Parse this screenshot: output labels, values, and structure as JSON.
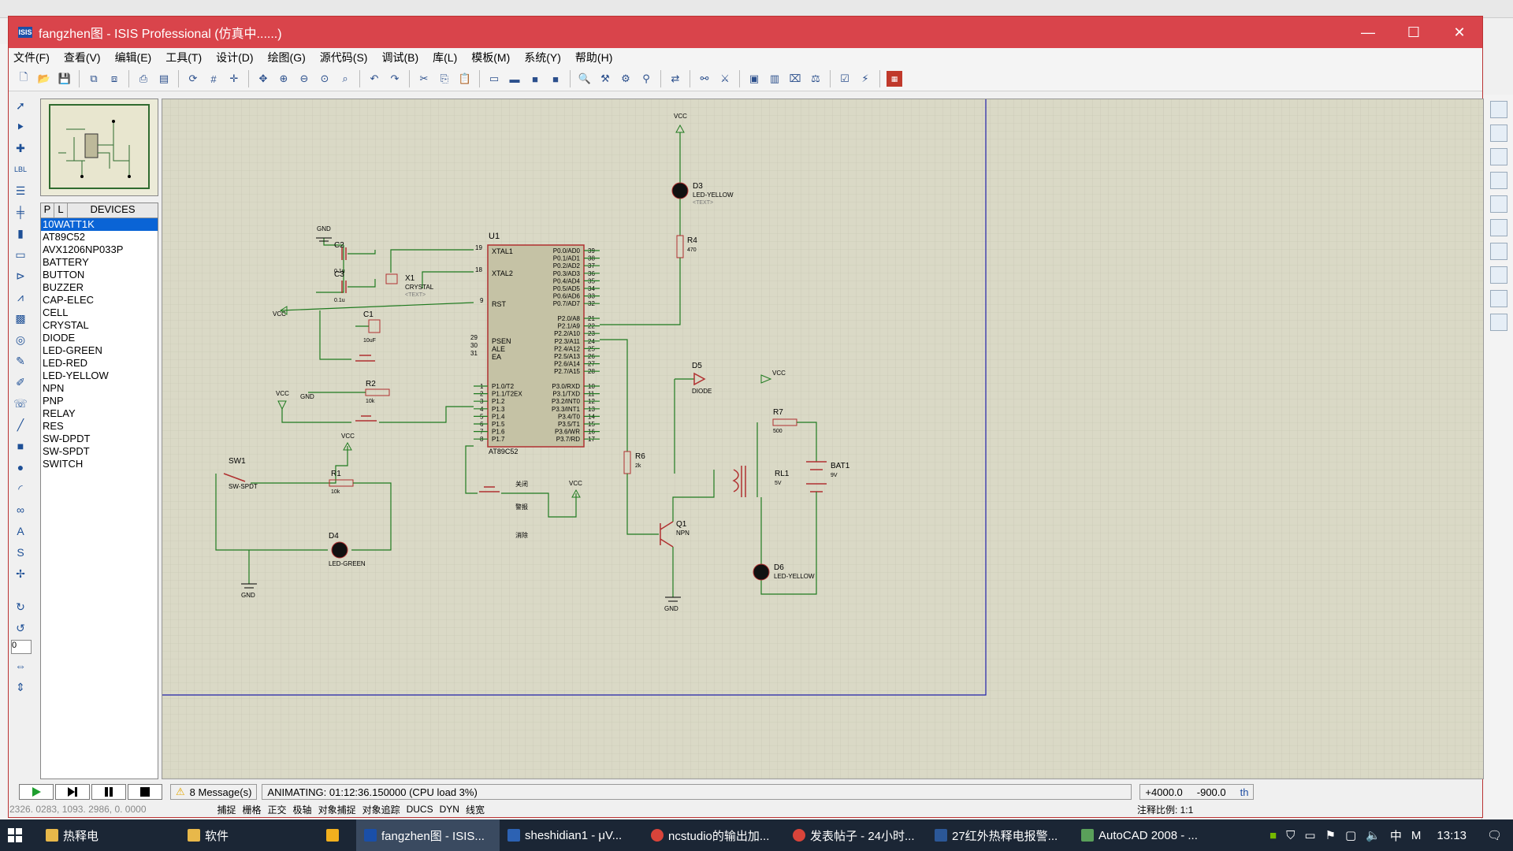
{
  "window": {
    "title": "fangzhen图 - ISIS Professional (仿真中......)",
    "icon_label": "ISIS",
    "controls": [
      "—",
      "☐",
      "✕"
    ]
  },
  "menu": [
    "文件(F)",
    "查看(V)",
    "编辑(E)",
    "工具(T)",
    "设计(D)",
    "绘图(G)",
    "源代码(S)",
    "调试(B)",
    "库(L)",
    "模板(M)",
    "系统(Y)",
    "帮助(H)"
  ],
  "devices": {
    "tab_p": "P",
    "tab_l": "L",
    "header": "DEVICES",
    "items": [
      "10WATT1K",
      "AT89C52",
      "AVX1206NP033P",
      "BATTERY",
      "BUTTON",
      "BUZZER",
      "CAP-ELEC",
      "CELL",
      "CRYSTAL",
      "DIODE",
      "LED-GREEN",
      "LED-RED",
      "LED-YELLOW",
      "NPN",
      "PNP",
      "RELAY",
      "RES",
      "SW-DPDT",
      "SW-SPDT",
      "SWITCH"
    ],
    "selected_index": 0
  },
  "lefttool_rotation": "0",
  "schematic": {
    "u1": "U1",
    "u1_part": "AT89C52",
    "text": "<TEXT>",
    "xtal1": "XTAL1",
    "xtal2": "XTAL2",
    "rst": "RST",
    "psen": "PSEN",
    "ale": "ALE",
    "ea": "EA",
    "p0": [
      "P0.0/AD0",
      "P0.1/AD1",
      "P0.2/AD2",
      "P0.3/AD3",
      "P0.4/AD4",
      "P0.5/AD5",
      "P0.6/AD6",
      "P0.7/AD7"
    ],
    "p0_pins": [
      "39",
      "38",
      "37",
      "36",
      "35",
      "34",
      "33",
      "32"
    ],
    "p2": [
      "P2.0/A8",
      "P2.1/A9",
      "P2.2/A10",
      "P2.3/A11",
      "P2.4/A12",
      "P2.5/A13",
      "P2.6/A14",
      "P2.7/A15"
    ],
    "p2_pins": [
      "21",
      "22",
      "23",
      "24",
      "25",
      "26",
      "27",
      "28"
    ],
    "p3": [
      "P3.0/RXD",
      "P3.1/TXD",
      "P3.2/INT0",
      "P3.3/INT1",
      "P3.4/T0",
      "P3.5/T1",
      "P3.6/WR",
      "P3.7/RD"
    ],
    "p3_pins": [
      "10",
      "11",
      "12",
      "13",
      "14",
      "15",
      "16",
      "17"
    ],
    "p1": [
      "P1.0/T2",
      "P1.1/T2EX",
      "P1.2",
      "P1.3",
      "P1.4",
      "P1.5",
      "P1.6",
      "P1.7"
    ],
    "p1_pins": [
      "1",
      "2",
      "3",
      "4",
      "5",
      "6",
      "7",
      "8"
    ],
    "pin19": "19",
    "pin18": "18",
    "pin9": "9",
    "pin29": "29",
    "pin30": "30",
    "pin31": "31",
    "gnd": "GND",
    "vcc": "VCC",
    "c1": "C1",
    "c1_val": "10uF",
    "c2": "C2",
    "c2_val": "0.1u",
    "c3": "C3",
    "c3_val": "0.1u",
    "x1": "X1",
    "x1_part": "CRYSTAL",
    "r1": "R1",
    "r1_val": "10k",
    "r2": "R2",
    "r2_val": "10k",
    "r4": "R4",
    "r4_val": "470",
    "r6": "R6",
    "r6_val": "2k",
    "r7": "R7",
    "r7_val": "500",
    "d3": "D3",
    "d3_part": "LED-YELLOW",
    "d4": "D4",
    "d4_part": "LED-GREEN",
    "d5": "D5",
    "d5_part": "DIODE",
    "d6": "D6",
    "d6_part": "LED-YELLOW",
    "sw1": "SW1",
    "sw1_part": "SW-SPDT",
    "q1": "Q1",
    "q1_part": "NPN",
    "rl1": "RL1",
    "rl1_val": "5V",
    "bat1": "BAT1",
    "bat1_val": "9V",
    "lbl_close": "关闭",
    "lbl_alarm": "警报",
    "lbl_cancel": "消除"
  },
  "status": {
    "messages": "8 Message(s)",
    "animating": "ANIMATING: 01:12:36.150000 (CPU load 3%)",
    "coord_x": "+4000.0",
    "coord_y": "-900.0",
    "unit": "th",
    "coords_gray": "2326. 0283, 1093. 2986, 0. 0000",
    "labels": [
      "捕捉",
      "栅格",
      "正交",
      "极轴",
      "对象捕捉",
      "对象追踪",
      "DUCS",
      "DYN",
      "线宽"
    ],
    "scale": "注释比例: 1:1"
  },
  "taskbar": {
    "items": [
      "热释电",
      "软件",
      "fangzhen图 - ISIS...",
      "sheshidian1 - μV...",
      "ncstudio的输出加...",
      "发表帖子 - 24小时...",
      "27红外热释电报警...",
      "AutoCAD 2008 - ..."
    ],
    "tray_lang": "中",
    "tray_m": "M",
    "time": "13:13"
  },
  "colors": {
    "title_bg": "#d9444b",
    "canvas_bg": "#dad9c6",
    "wire": "#1f7a1f",
    "comp": "#b03030",
    "ic_fill": "#c5c2a5",
    "selected": "#0a64d6"
  }
}
